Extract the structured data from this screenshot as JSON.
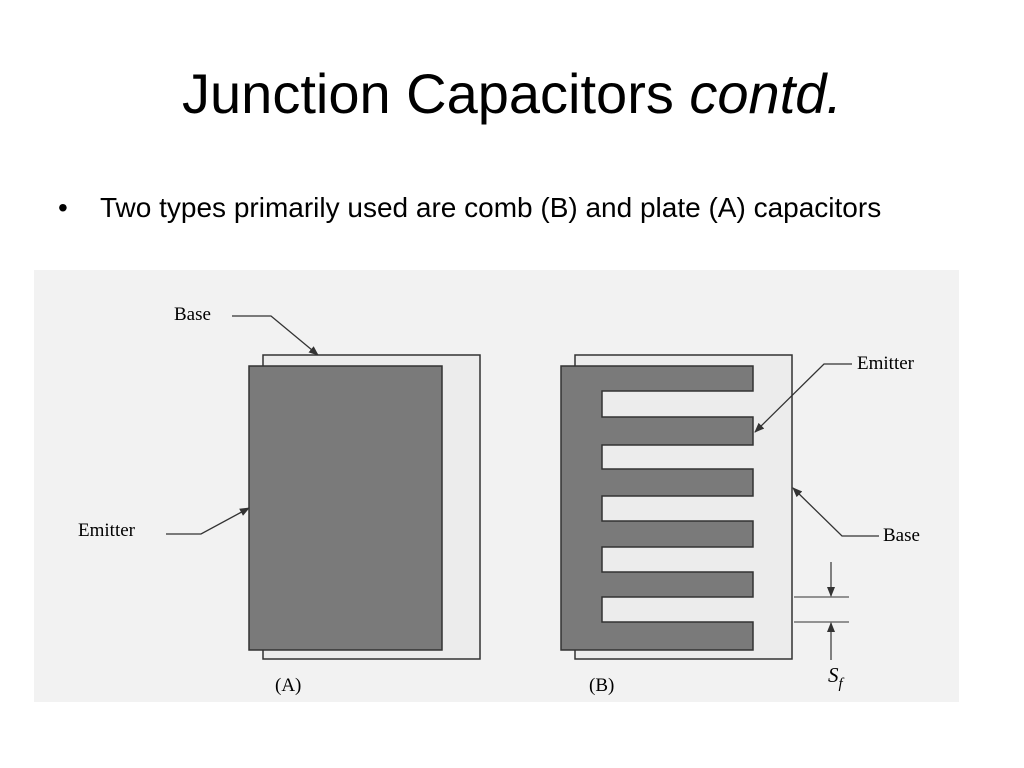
{
  "slide": {
    "title_main": "Junction Capacitors ",
    "title_emphasis": "contd.",
    "bullets": [
      "Two types primarily used are comb (B) and plate (A) capacitors"
    ]
  },
  "figure": {
    "labels": {
      "base_a": "Base",
      "emitter_a": "Emitter",
      "caption_a": "(A)",
      "emitter_b": "Emitter",
      "base_b": "Base",
      "caption_b": "(B)",
      "spacing_symbol": "S",
      "spacing_subscript": "f"
    },
    "colors": {
      "scan_background": "#f2f2f2",
      "base_fill": "#ececec",
      "emitter_fill": "#7a7a7a",
      "outline": "#333333"
    }
  }
}
